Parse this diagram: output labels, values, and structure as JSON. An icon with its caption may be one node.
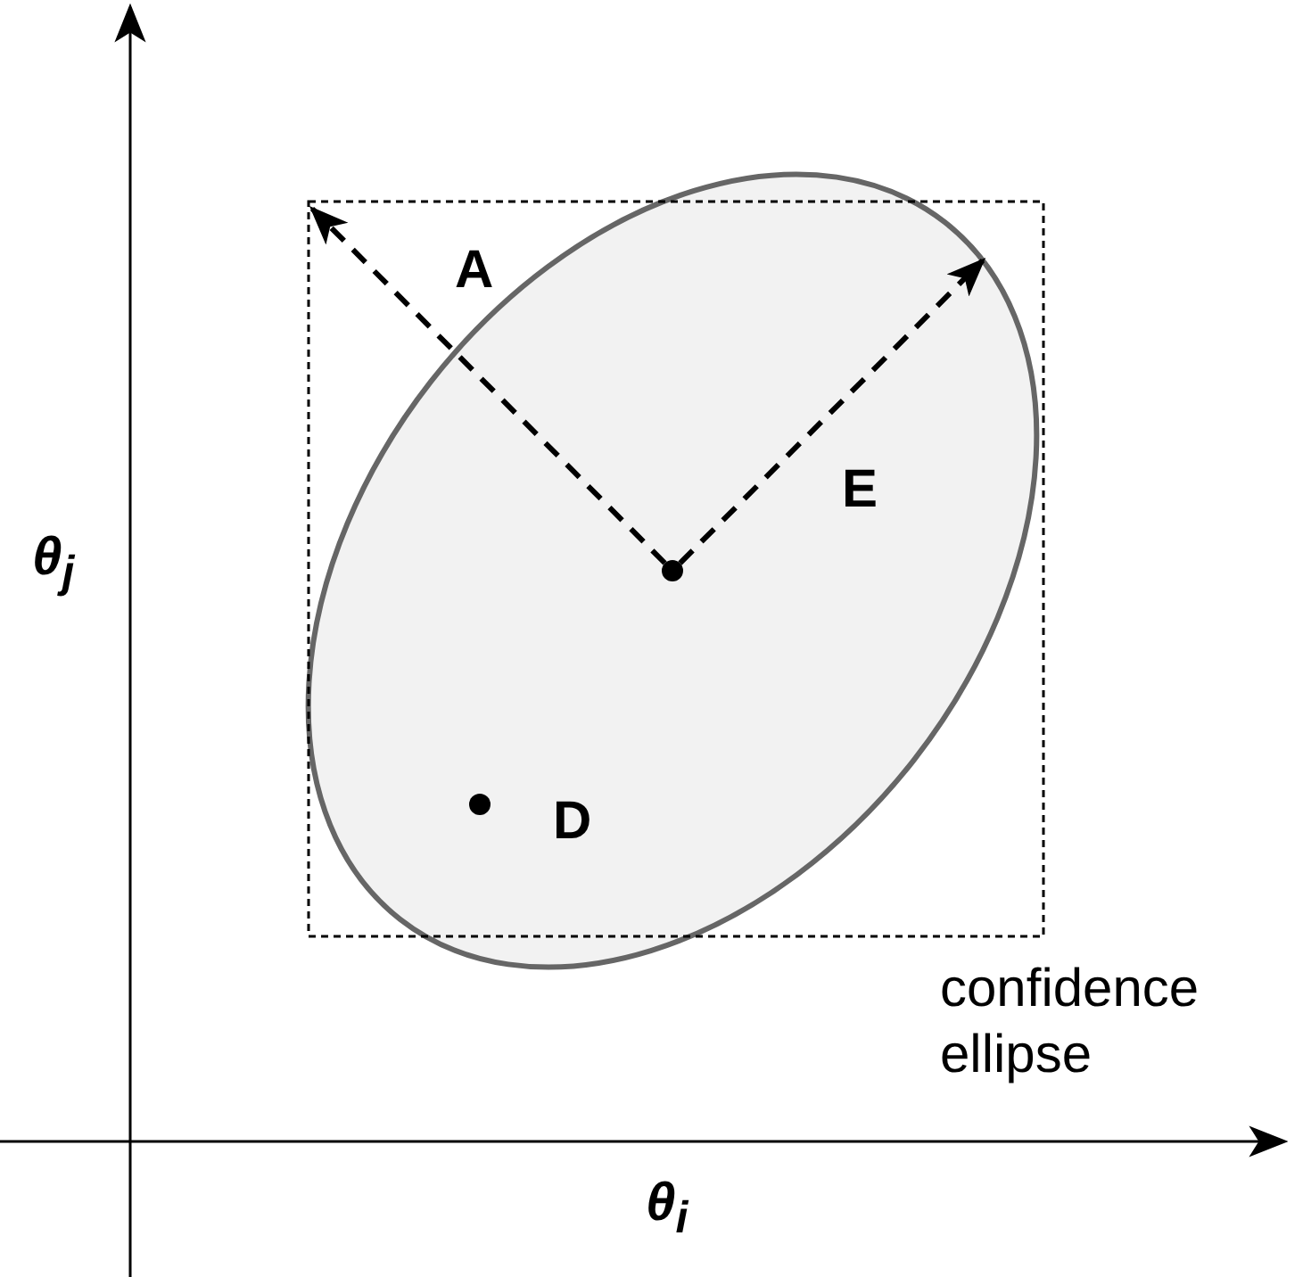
{
  "diagram": {
    "nodes": [
      {
        "text": [],
        "shape": "ellipse",
        "beside": [
          "confidence ellipse"
        ]
      },
      {
        "text": [],
        "shape": "circle",
        "in": 0
      },
      {
        "text": [],
        "shape": "circle",
        "in": 0
      }
    ],
    "edges": [
      {
        "from": 1,
        "to": null,
        "arrow": "to",
        "style": "dashed",
        "label": "A"
      },
      {
        "from": 1,
        "to": null,
        "arrow": "to",
        "style": "dashed",
        "label": "E"
      }
    ],
    "labels": [
      "D",
      "θ$_{j}$",
      "θ$_{i}$"
    ]
  }
}
